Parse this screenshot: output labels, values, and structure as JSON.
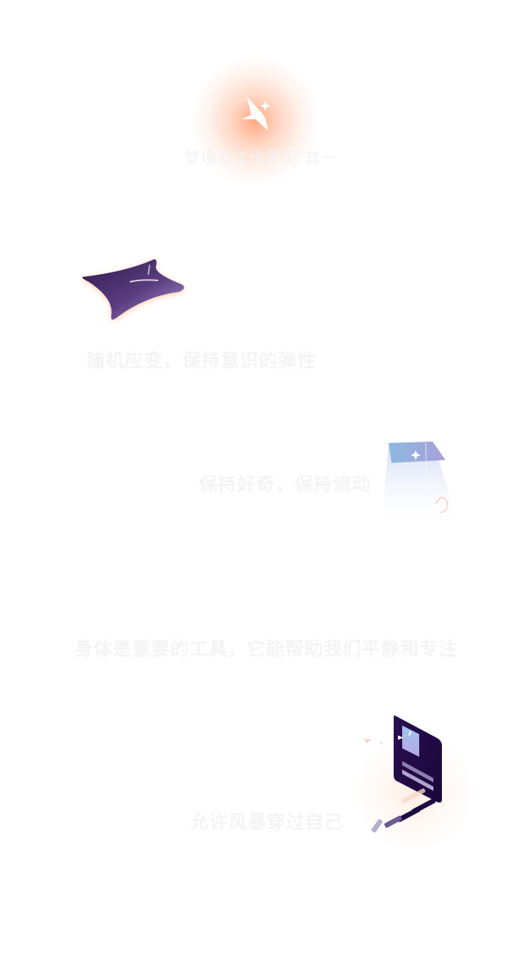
{
  "sections": [
    {
      "text": "梦境和工作笔记·其一",
      "illustration": "paper-plane-star-icon"
    },
    {
      "text": "随机应变，保持意识的弹性",
      "illustration": "purple-star-shape-icon"
    },
    {
      "text": "保持好奇，保持流动",
      "illustration": "glass-pillar-icon"
    },
    {
      "text": "身体是重要的工具，它能帮助我们平静和专注",
      "illustration": ""
    },
    {
      "text": "允许风暴穿过自己",
      "illustration": "phone-stairs-icon"
    }
  ],
  "colors": {
    "glow": "#ff8c5a",
    "purple_dark": "#3a1f5c",
    "purple_mid": "#6a4a8c",
    "lavender": "#9b8cc8",
    "label": "#f4f4f4"
  }
}
